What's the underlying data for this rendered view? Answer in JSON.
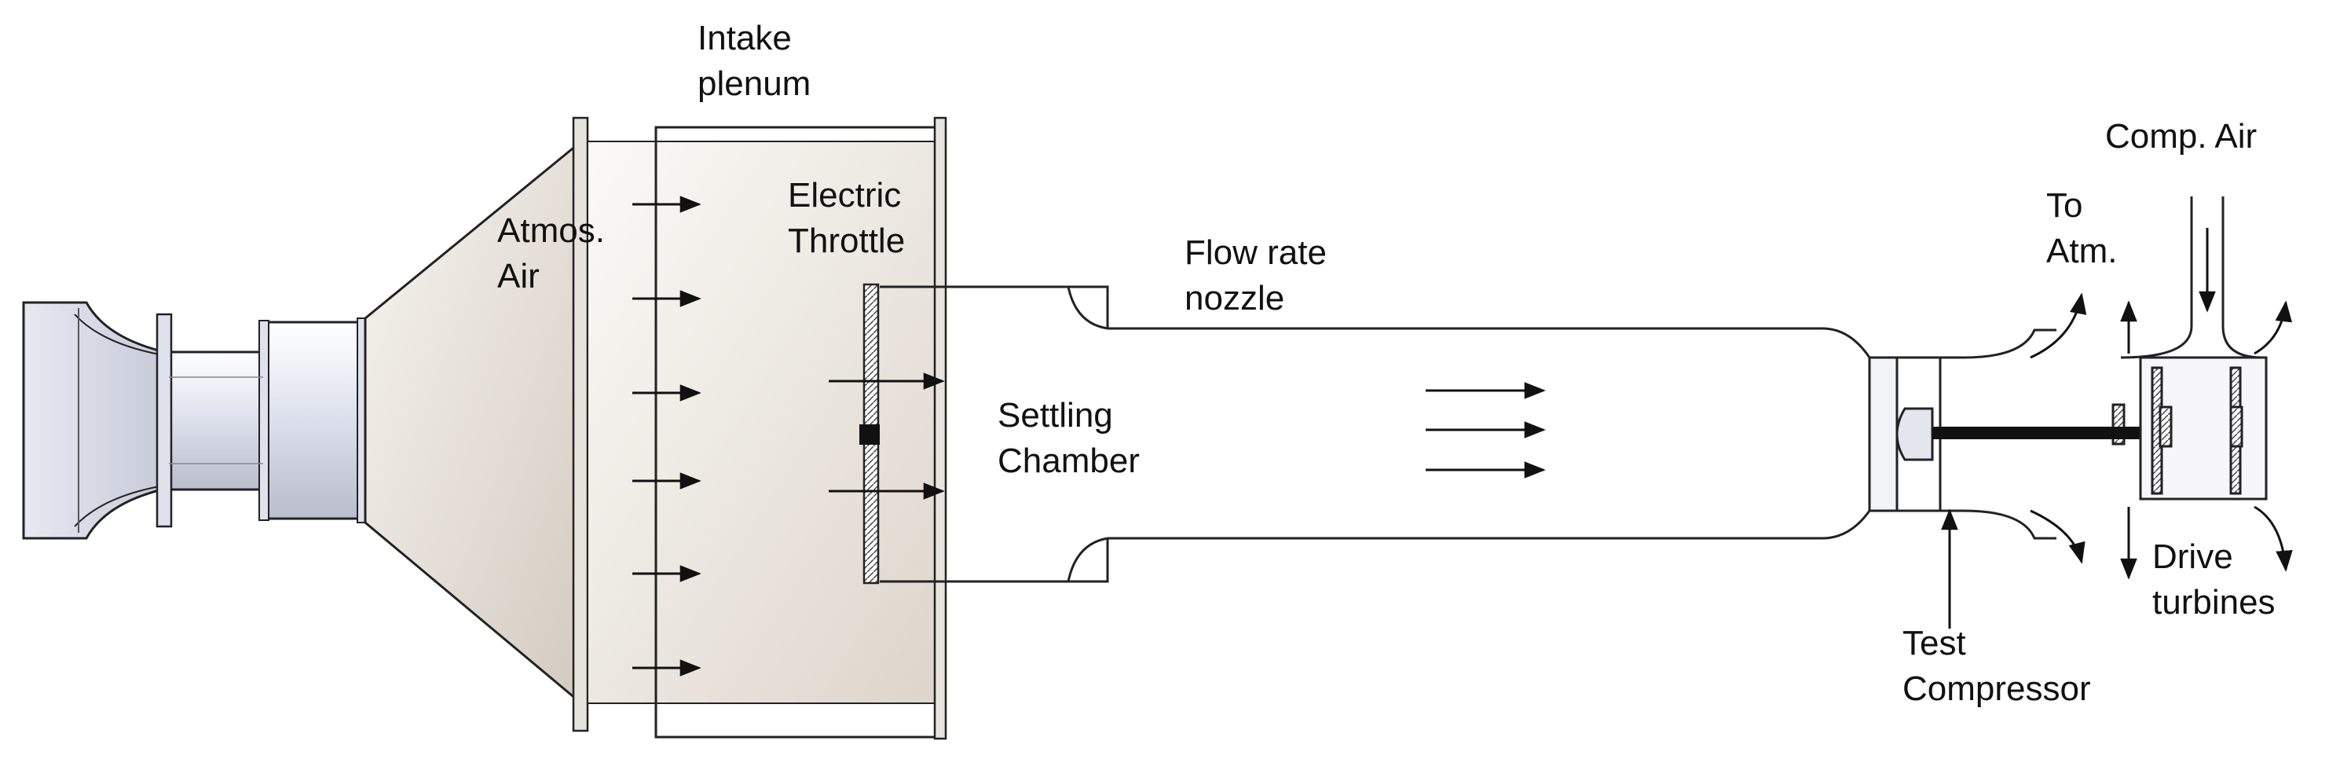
{
  "labels": {
    "intake_plenum": [
      "Intake",
      "plenum"
    ],
    "atmos_air": [
      "Atmos.",
      "Air"
    ],
    "electric_throttle": [
      "Electric",
      "Throttle"
    ],
    "flow_rate_nozzle": [
      "Flow rate",
      "nozzle"
    ],
    "settling_chamber": [
      "Settling",
      "Chamber"
    ],
    "to_atm": [
      "To",
      "Atm."
    ],
    "comp_air": [
      "Comp. Air"
    ],
    "drive_turbines": [
      "Drive",
      "turbines"
    ],
    "test_compressor": [
      "Test",
      "Compressor"
    ]
  },
  "colors": {
    "outline": "#222222",
    "metal_light": "#eef0f6",
    "metal_mid": "#c9ccd8",
    "plenum_light": "#faf8f4",
    "plenum_shade": "#d8d0c6"
  }
}
